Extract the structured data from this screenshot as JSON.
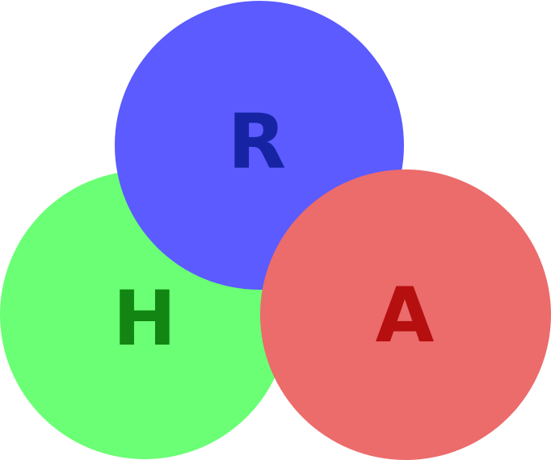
{
  "diagram": {
    "circles": [
      {
        "id": "h",
        "label": "H",
        "fill": "#6bff75",
        "text_color": "#128512"
      },
      {
        "id": "r",
        "label": "R",
        "fill": "#5b5bff",
        "text_color": "#1624a4"
      },
      {
        "id": "a",
        "label": "A",
        "fill": "#ec6b6b",
        "text_color": "#b50f0f"
      }
    ]
  }
}
